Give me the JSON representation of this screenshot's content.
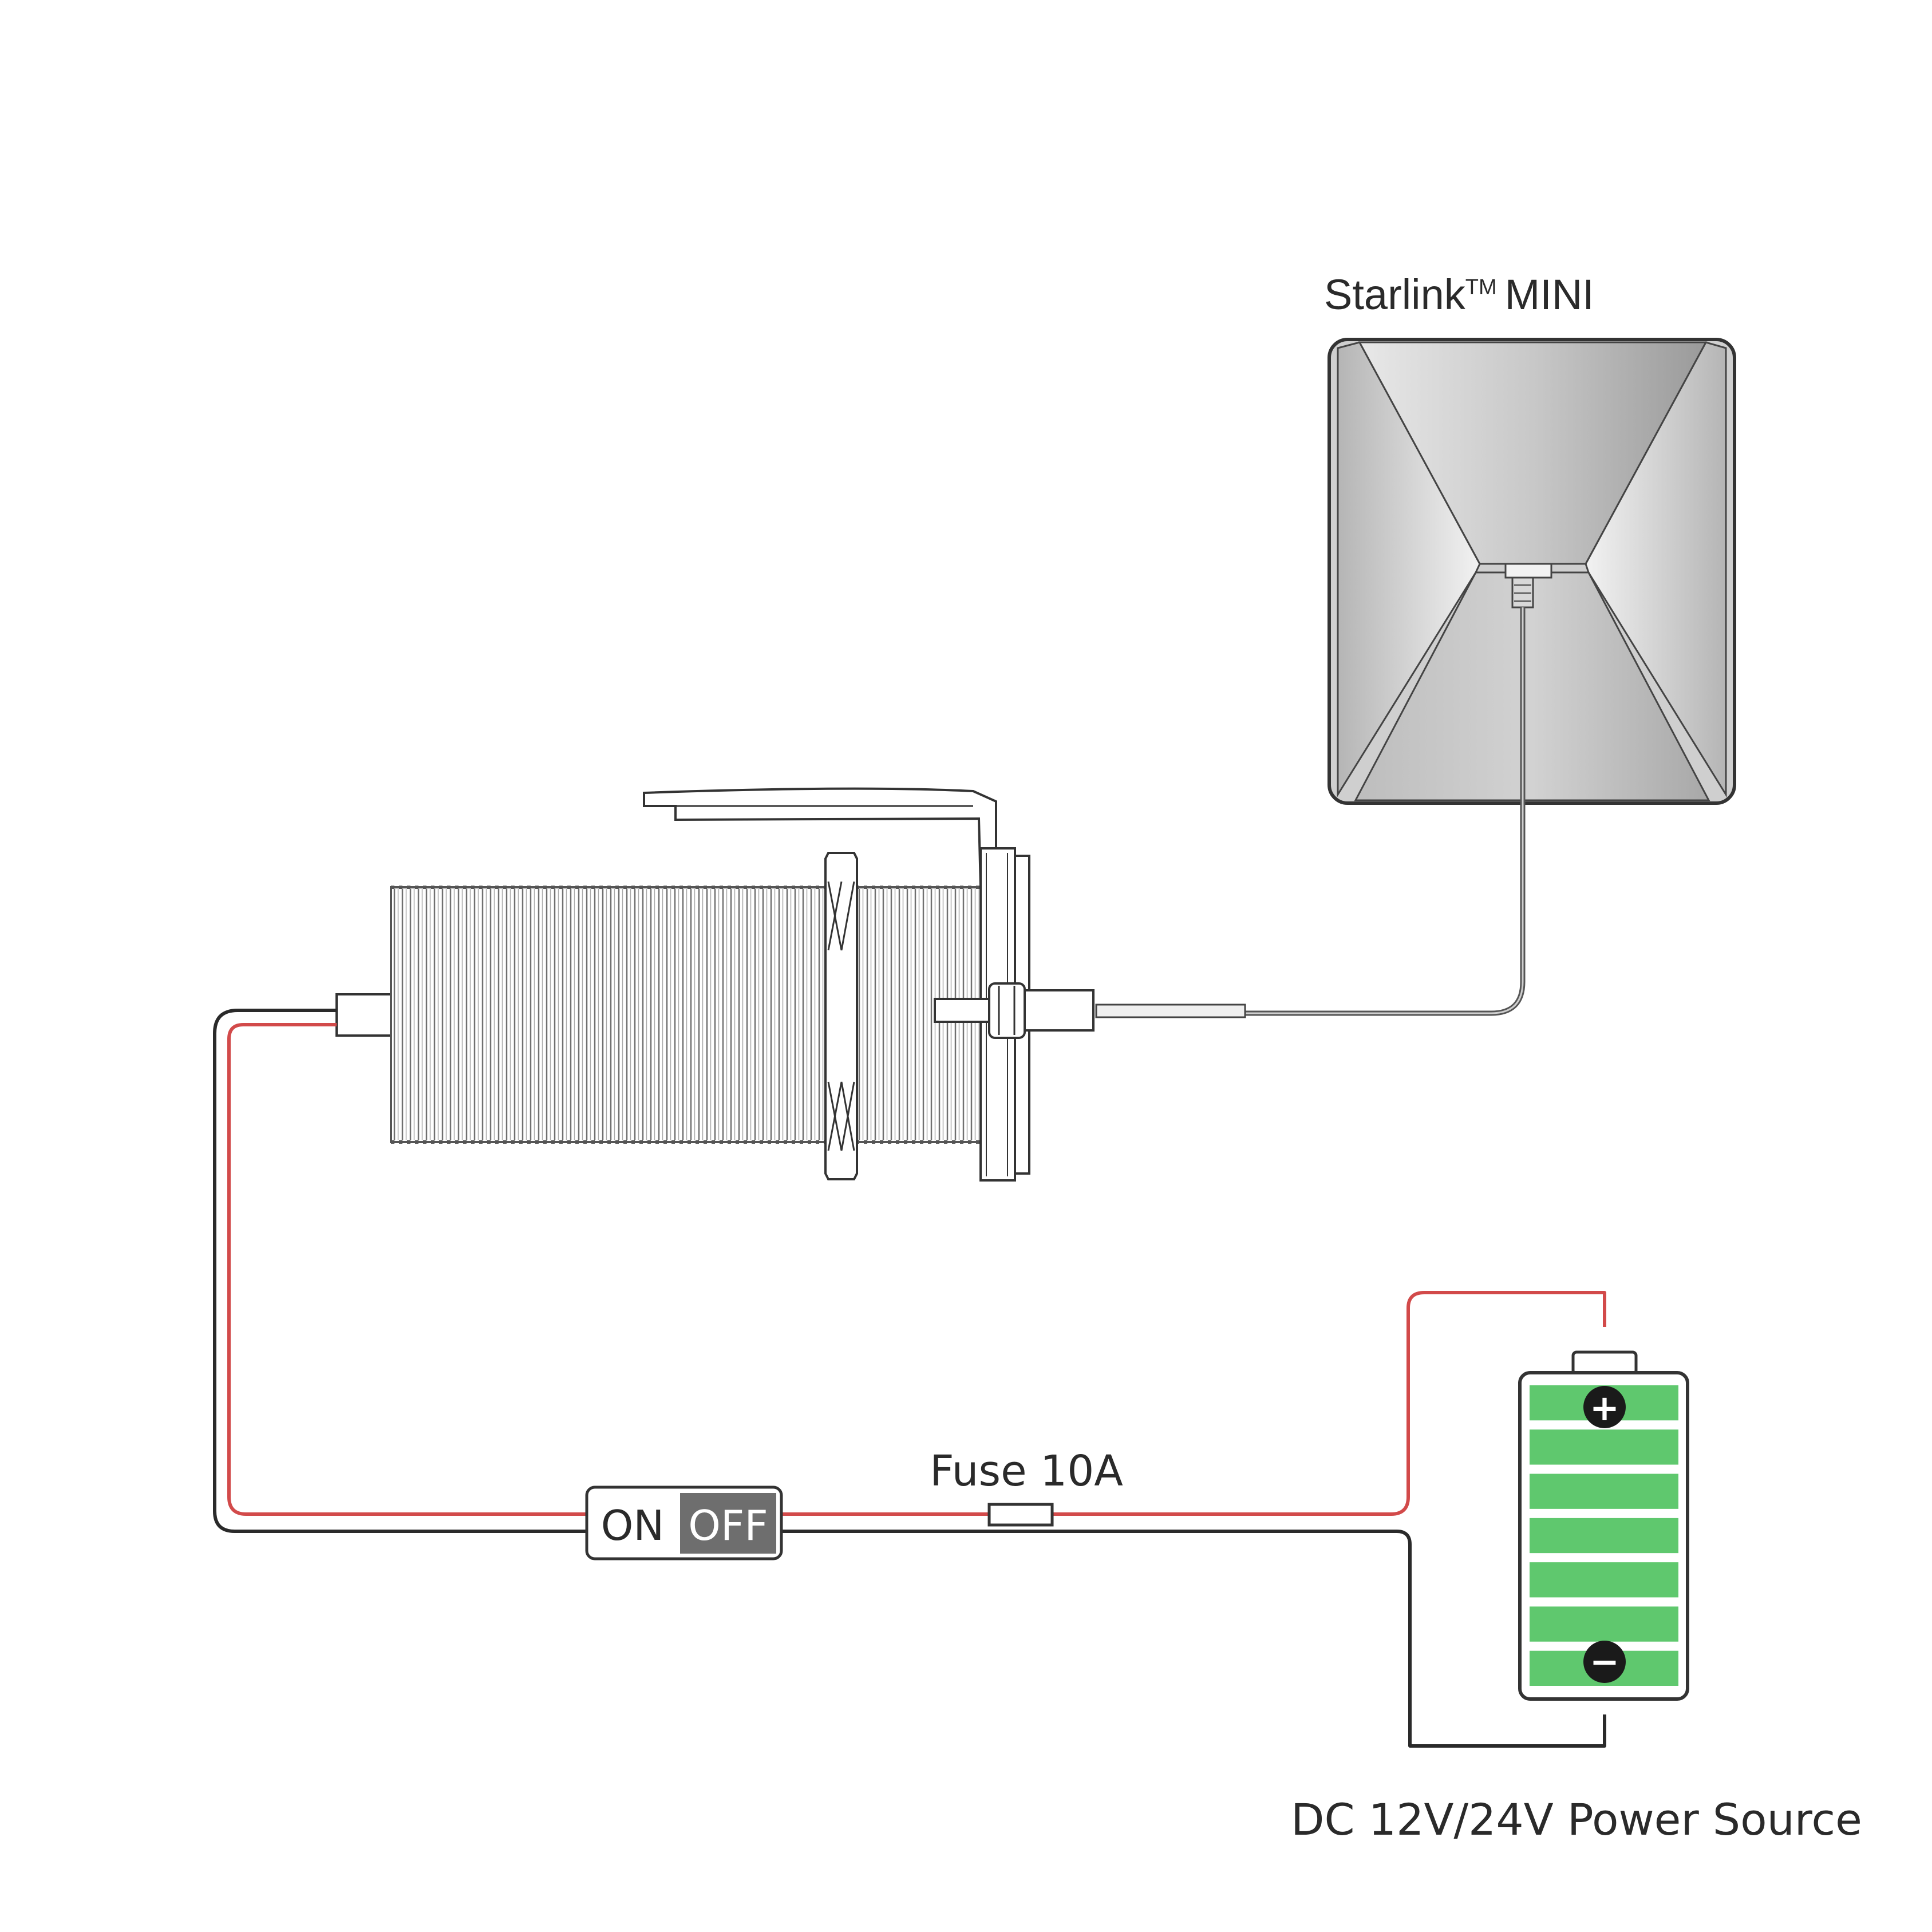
{
  "labels": {
    "dish_name": "Starlink",
    "dish_tm": "TM",
    "dish_model": "MINI",
    "switch_on": "ON",
    "switch_off": "OFF",
    "fuse": "Fuse 10A",
    "battery_positive": "+",
    "battery_negative": "−",
    "power_source": "DC 12V/24V Power Source"
  },
  "battery": {
    "cells": 7,
    "fill": "green"
  },
  "colors": {
    "positive_wire": "#d24a4a",
    "negative_wire": "#2a2a2a",
    "battery_cell": "#5fc86e",
    "switch_off_bg": "#6e6e6e",
    "outline": "#333333"
  }
}
